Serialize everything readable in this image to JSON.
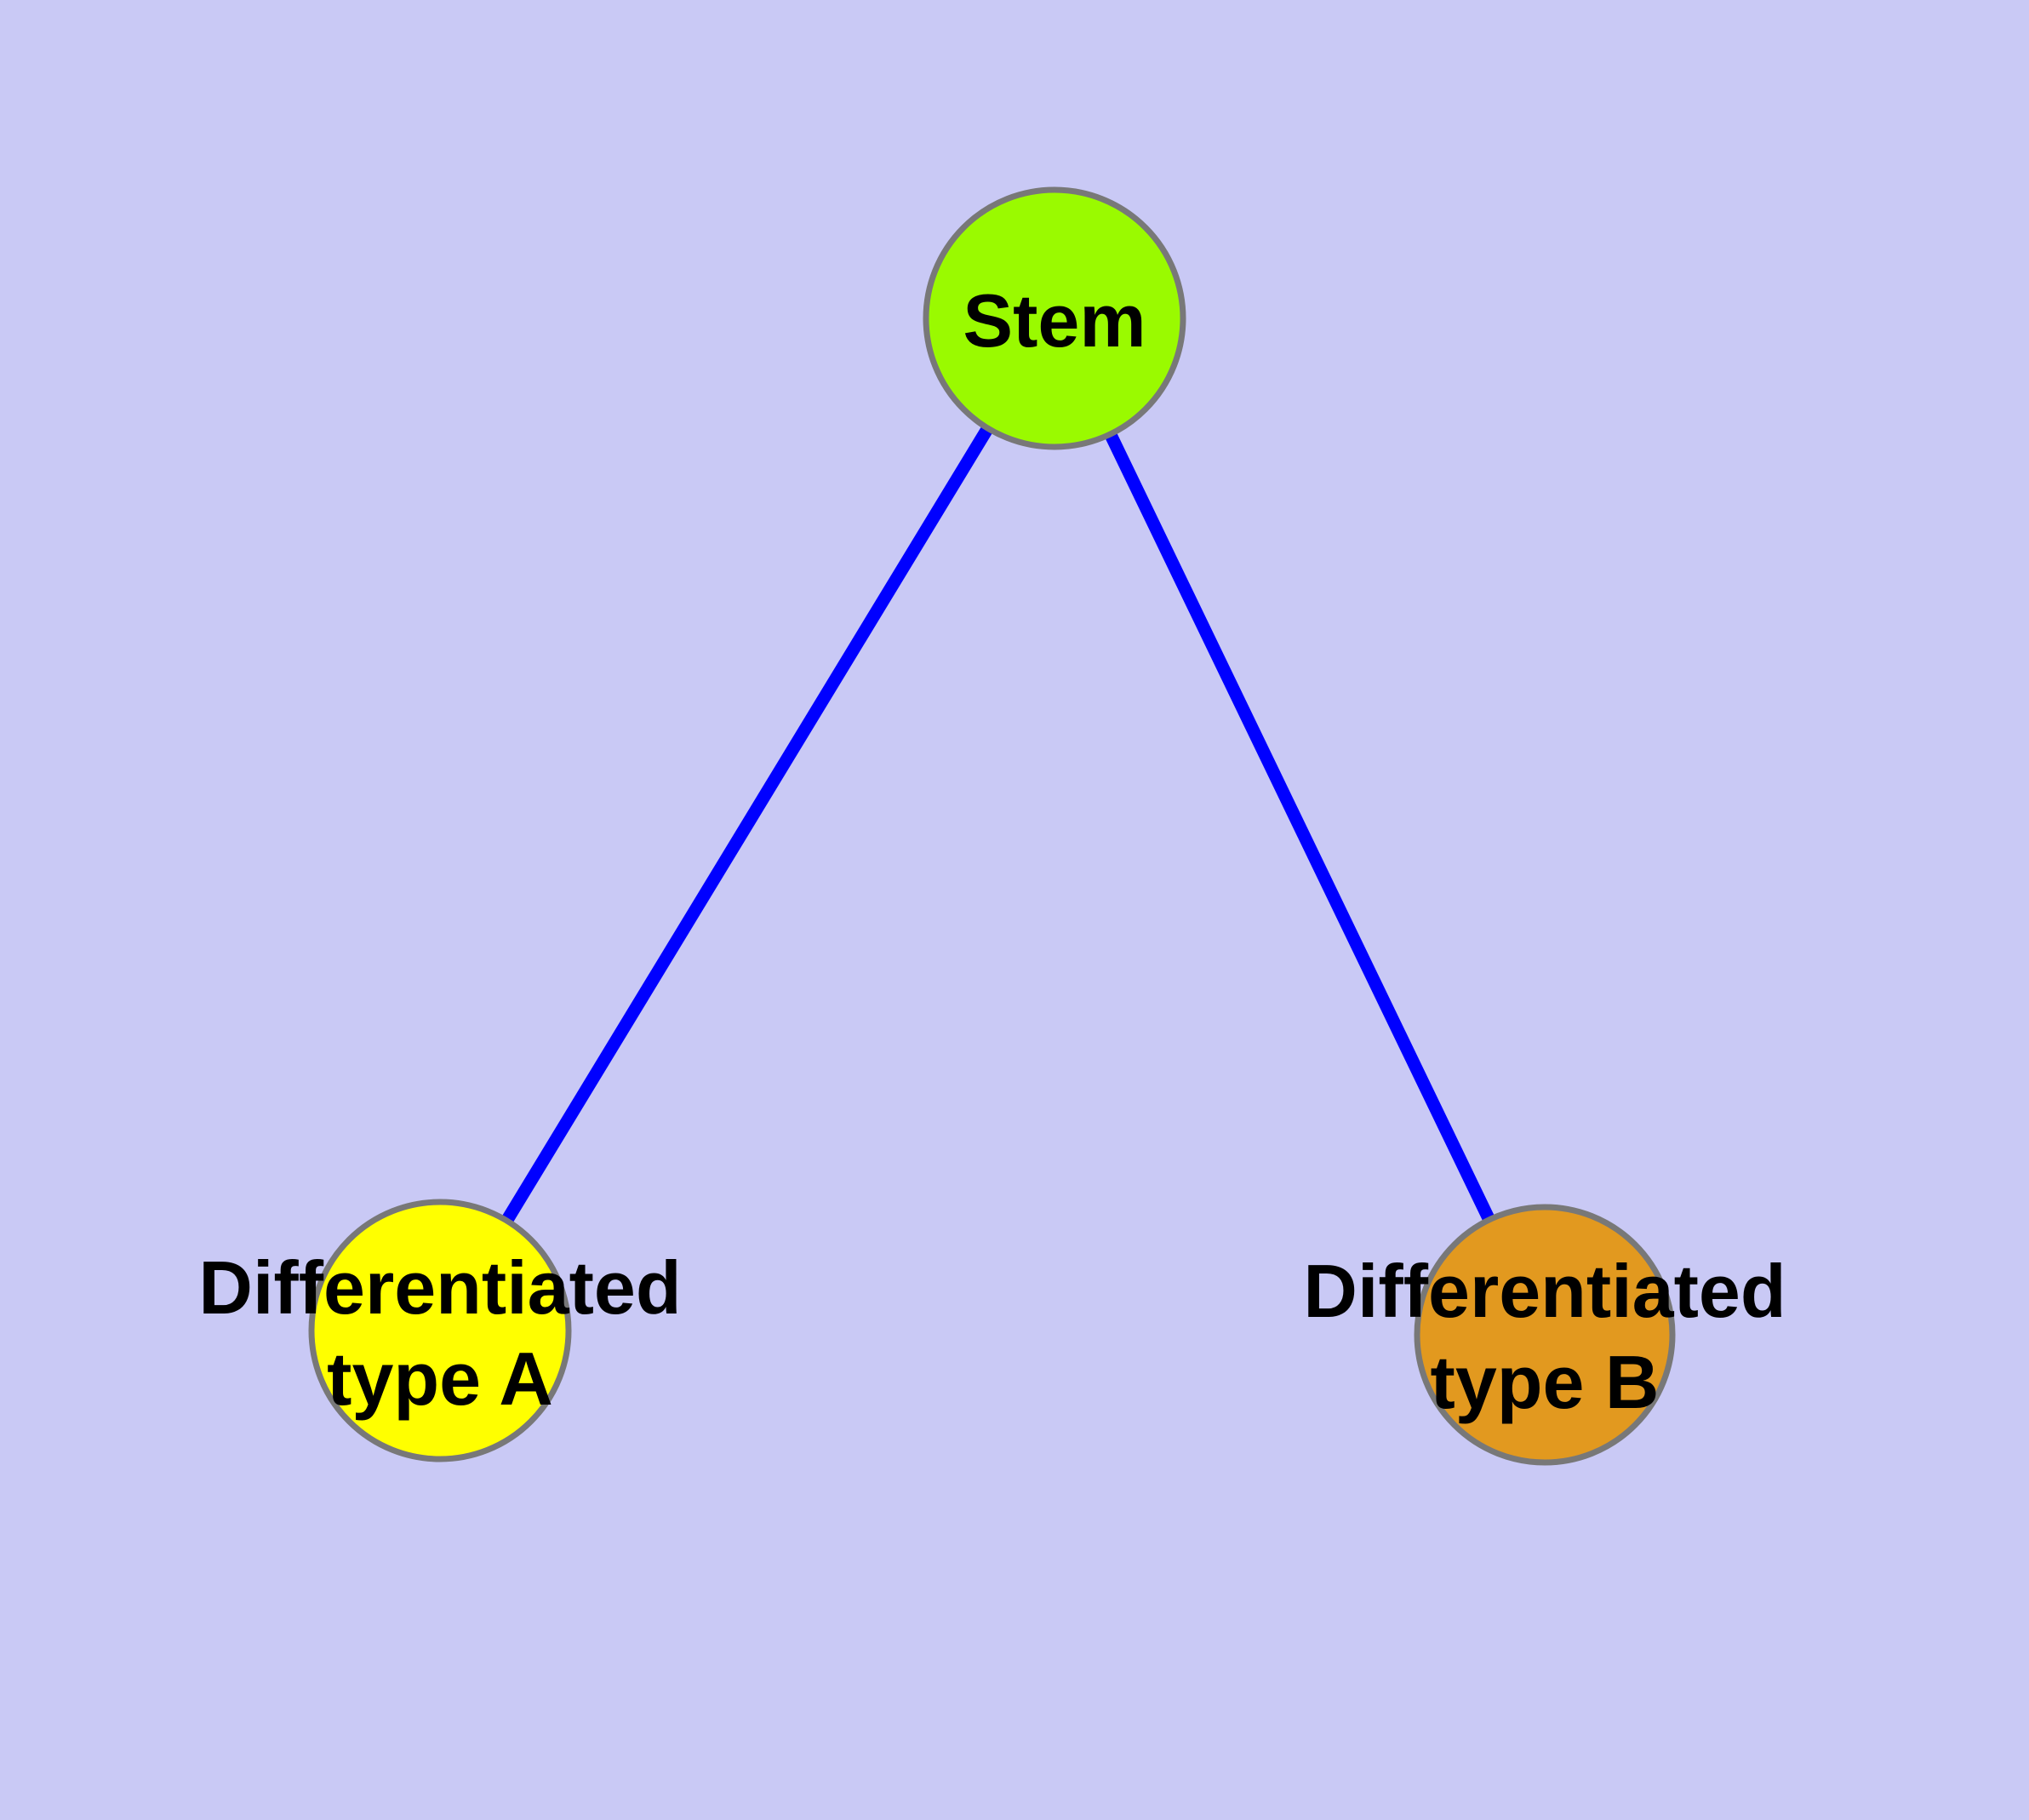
{
  "canvas": {
    "background_color": "#C9C9F5"
  },
  "style": {
    "node_border_color": "#787878",
    "edge_color": "#0000FF",
    "label_color": "#000000"
  },
  "nodes": {
    "stem": {
      "label": "Stem",
      "fill": "#9AFA00"
    },
    "type_a": {
      "label_line1": "Differentiated",
      "label_line2": "type A",
      "fill": "#FFFF00"
    },
    "type_b": {
      "label_line1": "Differentiated",
      "label_line2": "type B",
      "fill": "#E2991F"
    }
  },
  "edges": [
    {
      "from": "Stem",
      "to": "Differentiated type A"
    },
    {
      "from": "Stem",
      "to": "Differentiated type B"
    }
  ]
}
